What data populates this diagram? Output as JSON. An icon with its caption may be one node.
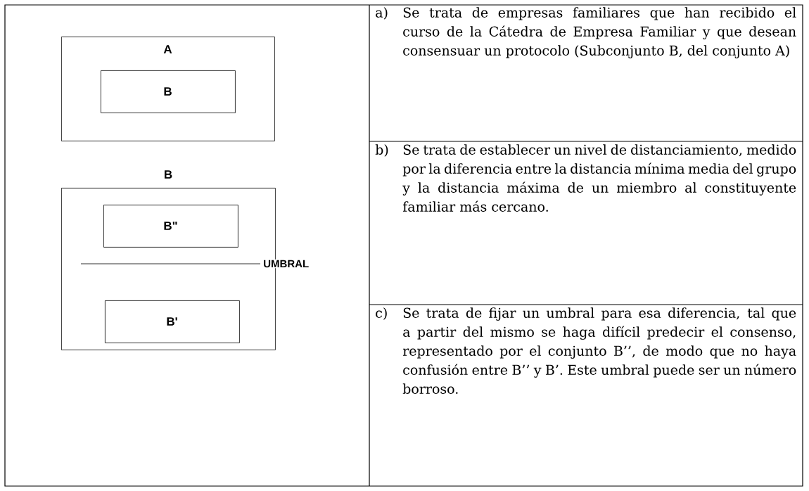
{
  "diagram": {
    "nodes": [
      {
        "text": [
          "A"
        ]
      },
      {
        "text": [
          "B"
        ],
        "in": 0
      },
      {
        "text": [
          "B"
        ]
      },
      {
        "text": [
          "B\""
        ],
        "in": 2
      },
      {
        "text": [
          "B'"
        ],
        "in": 2
      }
    ],
    "labels": [
      "UMBRAL",
      "a)",
      "Se trata de empresas familiares que han recibido el curso de la Cátedra de Empresa Familiar y que desean consensuar un protocolo (Subconjunto B, del conjunto A)",
      "b)",
      "Se trata de establecer un nivel de distanciamiento, medido por la diferencia entre la distancia mínima media del grupo y la distancia máxima de un miembro al constituyente familiar más cercano.",
      "c)",
      "Se trata de fijar un umbral para esa diferencia, tal que a partir del mismo se haga difícil predecir el consenso, representado por el conjunto B’’, de modo que no haya confusión entre B’’ y B’. Este umbral puede ser un número borroso."
    ]
  }
}
